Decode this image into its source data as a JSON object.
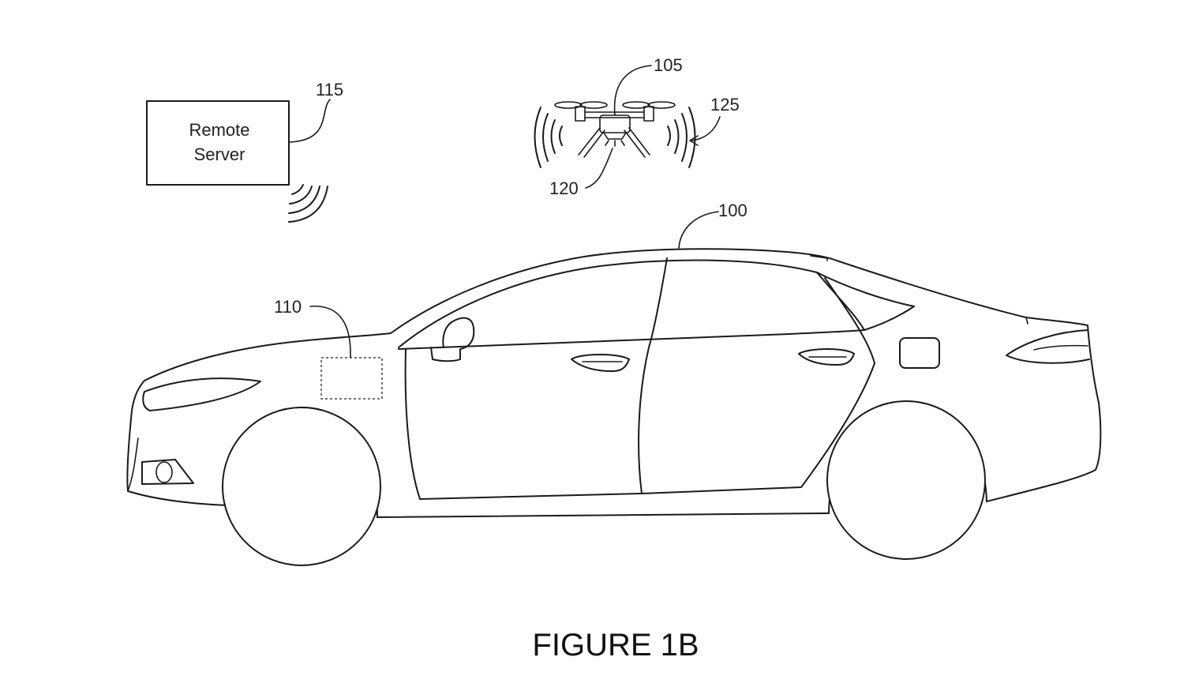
{
  "server_box": {
    "line1": "Remote",
    "line2": "Server"
  },
  "refs": {
    "server": "115",
    "drone": "105",
    "signal": "125",
    "sensor": "120",
    "vehicle": "100",
    "module": "110"
  },
  "caption": "FIGURE 1B"
}
